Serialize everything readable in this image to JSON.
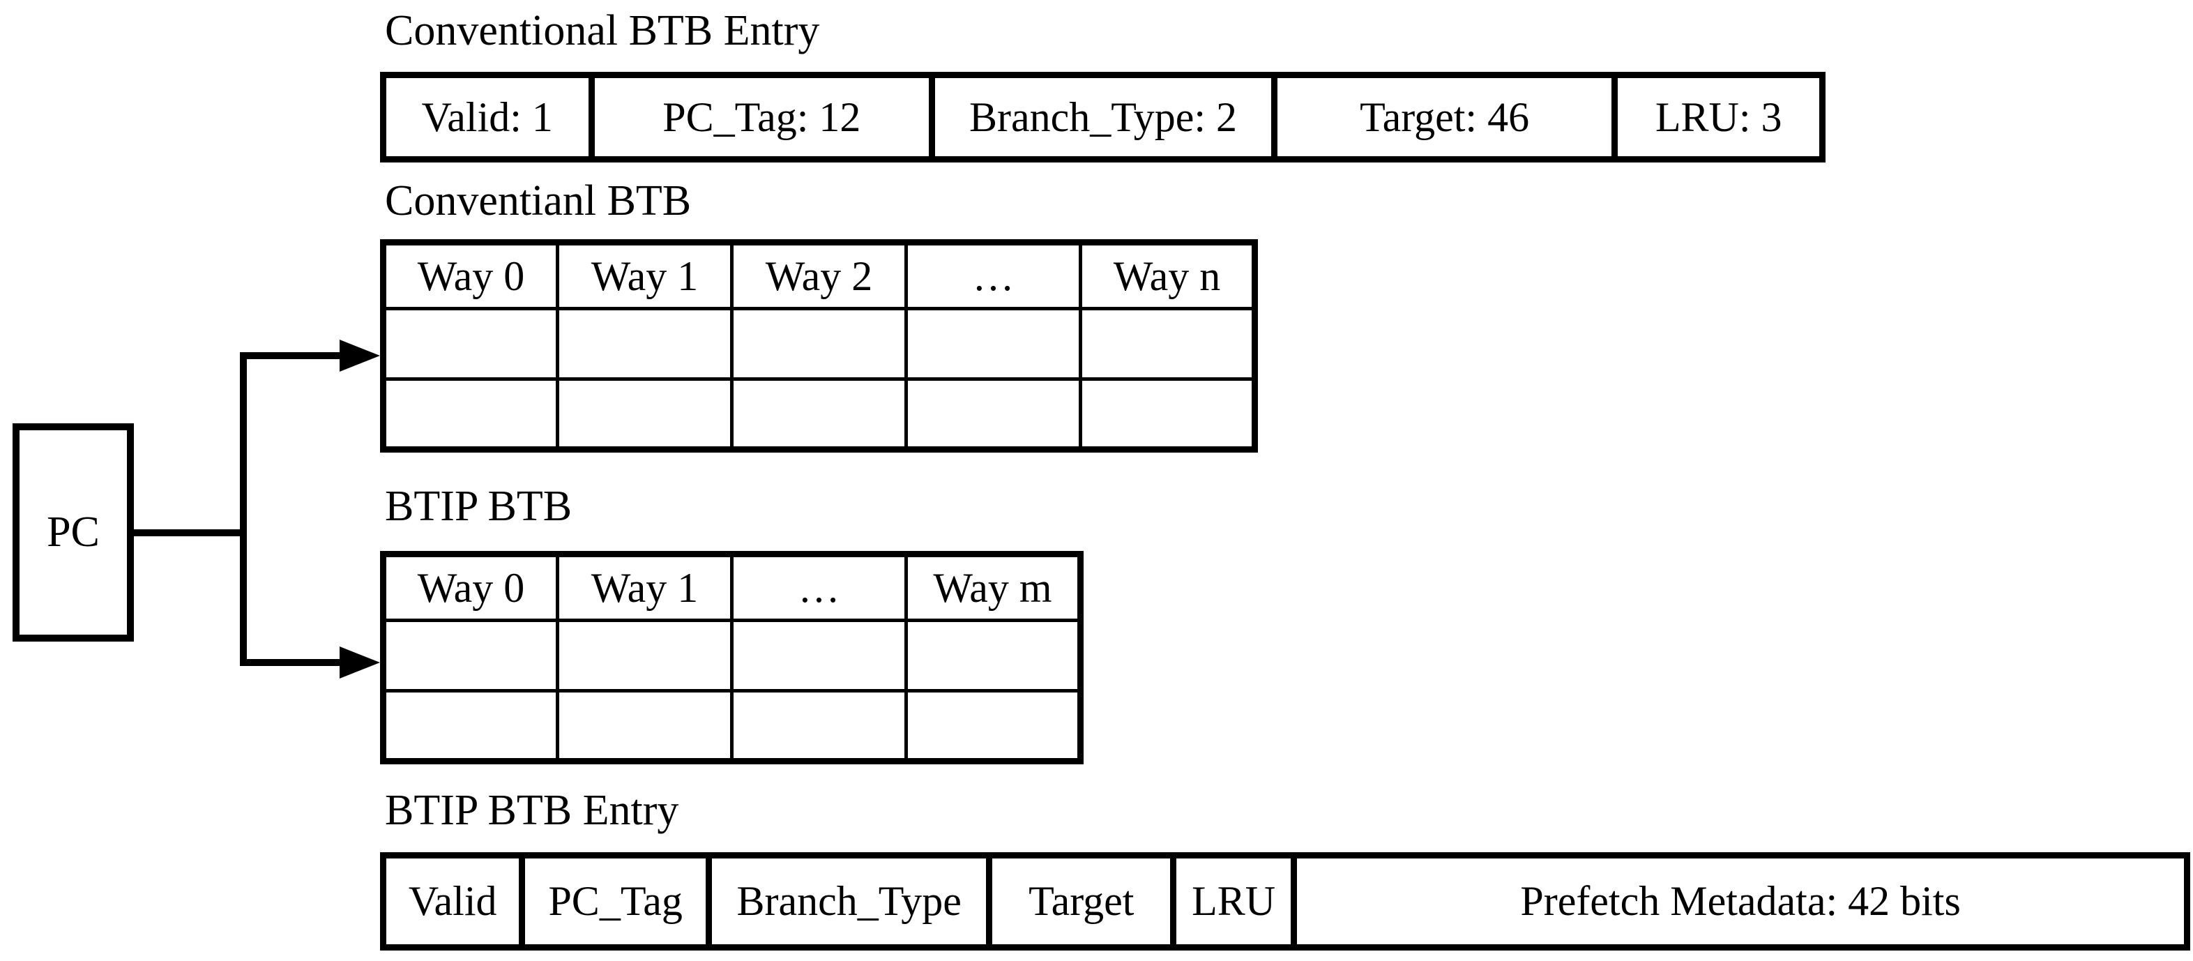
{
  "colors": {
    "ink": "#000000",
    "background": "#ffffff"
  },
  "conventional_entry": {
    "title": "Conventional BTB Entry",
    "fields": [
      "Valid: 1",
      "PC_Tag: 12",
      "Branch_Type: 2",
      "Target: 46",
      "LRU: 3"
    ]
  },
  "conventional_btb": {
    "title": "Conventianl BTB",
    "columns": [
      "Way 0",
      "Way 1",
      "Way 2",
      "…",
      "Way n"
    ],
    "empty_row_count": 2
  },
  "btip_btb": {
    "title": "BTIP BTB",
    "columns": [
      "Way 0",
      "Way 1",
      "…",
      "Way m"
    ],
    "empty_row_count": 2
  },
  "btip_entry": {
    "title": "BTIP BTB Entry",
    "fields": [
      "Valid",
      "PC_Tag",
      "Branch_Type",
      "Target",
      "LRU",
      "Prefetch Metadata: 42 bits"
    ]
  },
  "pc": {
    "label": "PC"
  }
}
